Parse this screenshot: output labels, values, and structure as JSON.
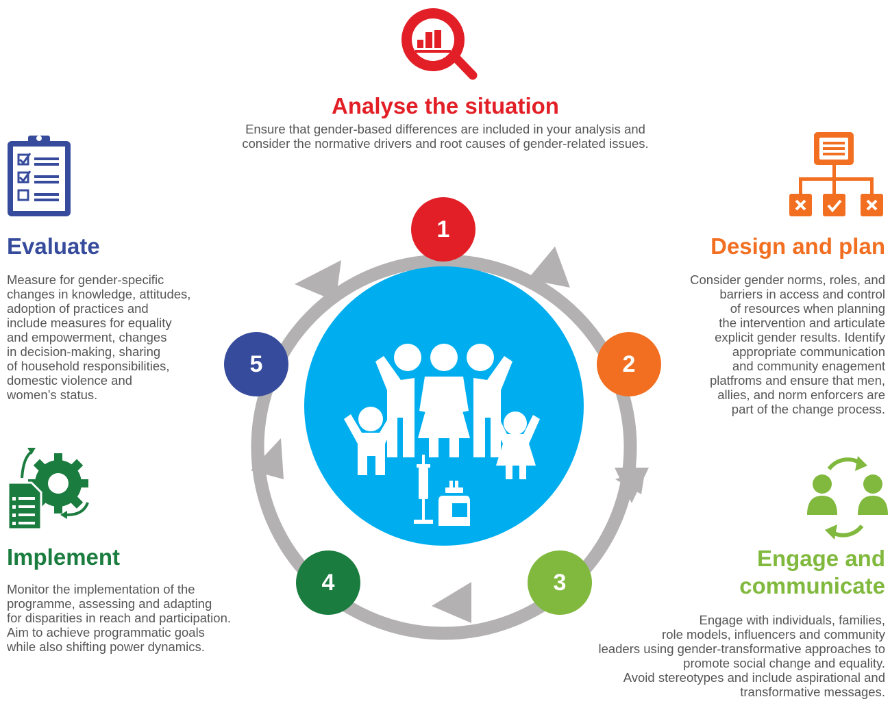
{
  "colors": {
    "analyse": "#e21f26",
    "design": "#f26f21",
    "engage": "#80b93d",
    "implement": "#1a7c3e",
    "evaluate": "#364b9c",
    "center": "#00aeef",
    "arrow": "#b3b1b2",
    "text": "#555555"
  },
  "center": {
    "icon": "family-vaccine-icon"
  },
  "steps": [
    {
      "number": "1",
      "title": "Analyse the situation",
      "icon": "magnifier-chart-icon",
      "description_lines": [
        "Ensure that gender-based differences are included in your analysis and",
        "consider the normative drivers and root causes of gender-related issues."
      ]
    },
    {
      "number": "2",
      "title": "Design and plan",
      "icon": "decision-tree-icon",
      "description_lines": [
        "Consider gender norms, roles, and",
        "barriers in access and control",
        "of resources when planning",
        "the intervention and articulate",
        "explicit gender results. Identify",
        "appropriate communication",
        "and community enagement",
        "platfroms and ensure that men,",
        "allies, and norm enforcers are",
        "part of the change process."
      ]
    },
    {
      "number": "3",
      "title_lines": [
        "Engage and",
        "communicate"
      ],
      "icon": "people-exchange-icon",
      "description_lines": [
        "Engage with individuals, families,",
        "role models, influencers and community",
        "leaders using gender-transformative approaches to",
        "promote social change and equality.",
        "Avoid stereotypes and include aspirational and",
        "transformative messages."
      ]
    },
    {
      "number": "4",
      "title": "Implement",
      "icon": "document-gear-icon",
      "description_lines": [
        "Monitor the implementation of the",
        "programme, assessing and adapting",
        "for disparities in reach and participation.",
        "Aim to achieve programmatic goals",
        "while also shifting power dynamics."
      ]
    },
    {
      "number": "5",
      "title": "Evaluate",
      "icon": "clipboard-checklist-icon",
      "description_lines": [
        "Measure for gender-specific",
        "changes in knowledge, attitudes,",
        "adoption of practices and",
        "include measures for equality",
        "and empowerment, changes",
        "in decision-making, sharing",
        "of household responsibilities,",
        "domestic violence and",
        "women’s status."
      ]
    }
  ]
}
